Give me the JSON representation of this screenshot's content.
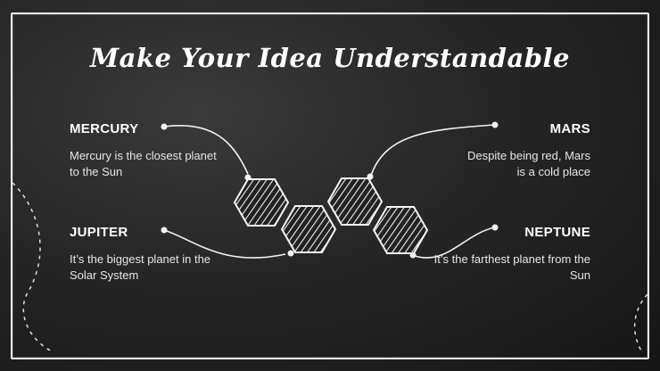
{
  "slide": {
    "title": "Make Your Idea Understandable",
    "items": [
      {
        "title": "MERCURY",
        "desc": "Mercury is the closest planet to the Sun"
      },
      {
        "title": "MARS",
        "desc": "Despite being red, Mars is a cold place"
      },
      {
        "title": "JUPITER",
        "desc": "It’s the biggest planet in the Solar System"
      },
      {
        "title": "NEPTUNE",
        "desc": "It’s the farthest planet from the Sun"
      }
    ]
  },
  "colors": {
    "background": "#1c1c1c",
    "chalk": "#ffffff"
  }
}
